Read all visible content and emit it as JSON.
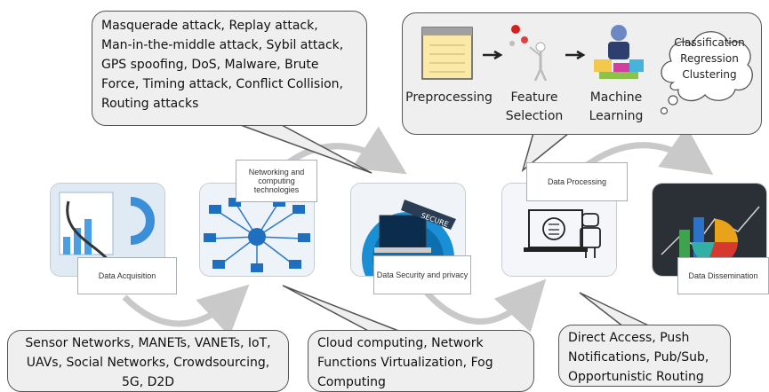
{
  "attacks_callout": {
    "lines": [
      "Masquerade attack, Replay attack,",
      "Man-in-the-middle attack, Sybil attack,",
      "GPS spoofing, DoS, Malware, Brute",
      "Force, Timing attack, Conflict Collision,",
      "Routing attacks"
    ]
  },
  "processing_panel": {
    "steps": [
      {
        "label_1": "Preprocessing",
        "label_2": ""
      },
      {
        "label_1": "Feature",
        "label_2": "Selection"
      },
      {
        "label_1": "Machine",
        "label_2": "Learning"
      }
    ],
    "cloud_lines": [
      "Classification",
      "Regression",
      "Clustering"
    ]
  },
  "stages": [
    {
      "label": "Data Acquisition"
    },
    {
      "label": "Networking and computing technologies"
    },
    {
      "label": "Data Security and privacy"
    },
    {
      "label": "Data Processing"
    },
    {
      "label": "Data Dissemination"
    }
  ],
  "bottom_callouts": {
    "acquisition": [
      "Sensor Networks, MANETs, VANETs, IoT,",
      "UAVs, Social Networks, Crowdsourcing,",
      "5G, D2D"
    ],
    "networking": [
      "Cloud computing, Network",
      "Functions Virtualization, Fog",
      "Computing"
    ],
    "dissemination": [
      "Direct Access, Push",
      "Notifications, Pub/Sub,",
      "Opportunistic Routing"
    ]
  },
  "colors": {
    "callout_fill": "#efefef",
    "callout_border": "#555555",
    "arrow": "#c9c9c9",
    "stage_border": "#c8ccd2"
  }
}
